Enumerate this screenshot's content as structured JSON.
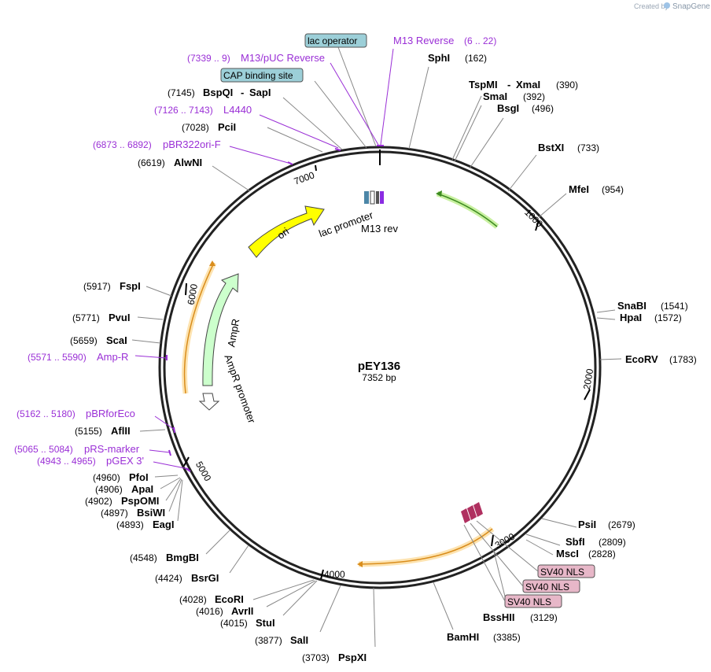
{
  "watermark": {
    "text": "Created by",
    "brand": "SnapGene"
  },
  "plasmid": {
    "name": "pEY136",
    "size_label": "7352 bp"
  },
  "tick_labels": [
    "1000",
    "2000",
    "3000",
    "4000",
    "5000",
    "6000",
    "7000"
  ],
  "enzymes": [
    {
      "name": "SphI",
      "pos": "(162)"
    },
    {
      "name": "TspMI",
      "name2": "XmaI",
      "pos": "(390)"
    },
    {
      "name": "SmaI",
      "pos": "(392)"
    },
    {
      "name": "BsgI",
      "pos": "(496)"
    },
    {
      "name": "BstXI",
      "pos": "(733)"
    },
    {
      "name": "MfeI",
      "pos": "(954)"
    },
    {
      "name": "SnaBI",
      "pos": "(1541)"
    },
    {
      "name": "HpaI",
      "pos": "(1572)"
    },
    {
      "name": "EcoRV",
      "pos": "(1783)"
    },
    {
      "name": "PsiI",
      "pos": "(2679)"
    },
    {
      "name": "SbfI",
      "pos": "(2809)"
    },
    {
      "name": "MscI",
      "pos": "(2828)"
    },
    {
      "name": "BssHII",
      "pos": "(3129)"
    },
    {
      "name": "BamHI",
      "pos": "(3385)"
    },
    {
      "name": "PspXI",
      "pos": "(3703)"
    },
    {
      "name": "SalI",
      "pos": "(3877)"
    },
    {
      "name": "StuI",
      "pos": "(4015)"
    },
    {
      "name": "AvrII",
      "pos": "(4016)"
    },
    {
      "name": "EcoRI",
      "pos": "(4028)"
    },
    {
      "name": "BsrGI",
      "pos": "(4424)"
    },
    {
      "name": "BmgBI",
      "pos": "(4548)"
    },
    {
      "name": "EagI",
      "pos": "(4893)"
    },
    {
      "name": "BsiWI",
      "pos": "(4897)"
    },
    {
      "name": "PspOMI",
      "pos": "(4902)"
    },
    {
      "name": "ApaI",
      "pos": "(4906)"
    },
    {
      "name": "PfoI",
      "pos": "(4960)"
    },
    {
      "name": "AflII",
      "pos": "(5155)"
    },
    {
      "name": "ScaI",
      "pos": "(5659)"
    },
    {
      "name": "PvuI",
      "pos": "(5771)"
    },
    {
      "name": "FspI",
      "pos": "(5917)"
    },
    {
      "name": "AlwNI",
      "pos": "(6619)"
    },
    {
      "name": "PciI",
      "pos": "(7028)"
    },
    {
      "name": "BspQI",
      "name2": "SapI",
      "pos": "(7145)"
    }
  ],
  "primers": [
    {
      "name": "M13 Reverse",
      "pos": "(6 .. 22)"
    },
    {
      "name": "M13/pUC Reverse",
      "pos": "(7339 .. 9)"
    },
    {
      "name": "L4440",
      "pos": "(7126 .. 7143)"
    },
    {
      "name": "pBR322ori-F",
      "pos": "(6873 .. 6892)"
    },
    {
      "name": "Amp-R",
      "pos": "(5571 .. 5590)"
    },
    {
      "name": "pBRforEco",
      "pos": "(5162 .. 5180)"
    },
    {
      "name": "pRS-marker",
      "pos": "(5065 .. 5084)"
    },
    {
      "name": "pGEX 3'",
      "pos": "(4943 .. 4965)"
    }
  ],
  "boxed_features": [
    {
      "label": "lac operator",
      "color": "#9ccfd8"
    },
    {
      "label": "CAP binding site",
      "color": "#9ccfd8"
    },
    {
      "label": "SV40 NLS",
      "color": "#e7b7c8"
    },
    {
      "label": "SV40 NLS",
      "color": "#e7b7c8"
    },
    {
      "label": "SV40 NLS",
      "color": "#e7b7c8"
    }
  ],
  "features": [
    {
      "label": "ori",
      "color": "#ffff00"
    },
    {
      "label": "AmpR",
      "color": "#ccffcc"
    },
    {
      "label": "AmpR promoter",
      "color": "#ffffff"
    },
    {
      "label": "lac promoter",
      "color": "#ffffff"
    },
    {
      "label": "M13 rev",
      "color": "#8a2be2"
    }
  ]
}
